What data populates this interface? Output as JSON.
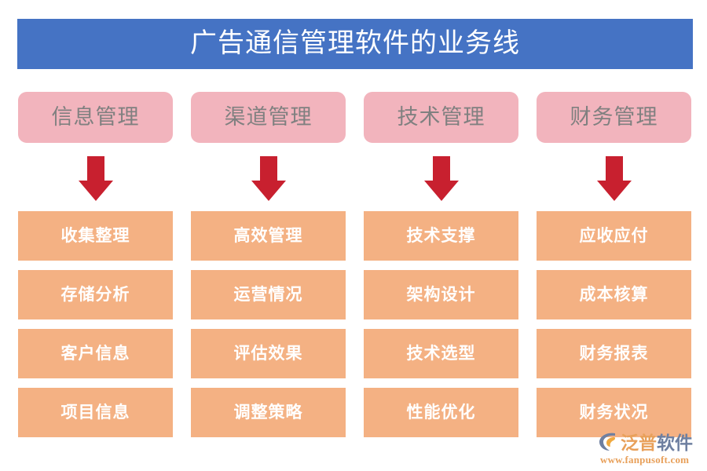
{
  "title": {
    "text": "广告通信管理软件的业务线",
    "banner_color": "#4573c4",
    "text_color": "#ffffff"
  },
  "colors": {
    "header_box": "#f2b4bd",
    "header_text": "#808080",
    "item_box": "#f4b183",
    "item_text": "#ffffff",
    "arrow": "#c8202f",
    "background": "#ffffff"
  },
  "columns": [
    {
      "header": "信息管理",
      "arrow": "arrow-down-icon",
      "items": [
        "收集整理",
        "存储分析",
        "客户信息",
        "项目信息"
      ]
    },
    {
      "header": "渠道管理",
      "arrow": "arrow-down-icon",
      "items": [
        "高效管理",
        "运营情况",
        "评估效果",
        "调整策略"
      ]
    },
    {
      "header": "技术管理",
      "arrow": "arrow-down-icon",
      "items": [
        "技术支撑",
        "架构设计",
        "技术选型",
        "性能优化"
      ]
    },
    {
      "header": "财务管理",
      "arrow": "arrow-down-icon",
      "items": [
        "应收应付",
        "成本核算",
        "财务报表",
        "财务状况"
      ]
    }
  ],
  "logo": {
    "mark": "fanpu-swoosh-icon",
    "brand_primary": "泛普",
    "brand_secondary": "软件",
    "url": "www.fanpusoft.com",
    "brand_primary_color": "#e8a05a",
    "brand_secondary_color": "#6e7fa0"
  }
}
